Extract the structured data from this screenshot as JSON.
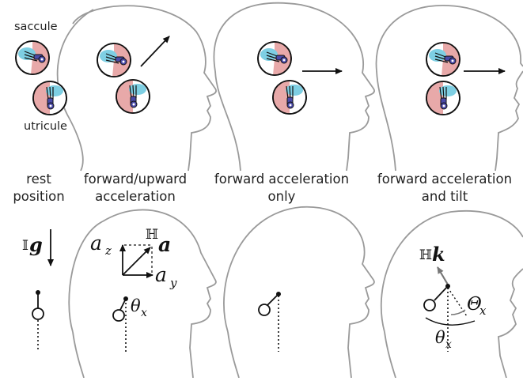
{
  "labels": {
    "saccule": "saccule",
    "utricule": "utricule"
  },
  "captions": [
    {
      "line1": "rest",
      "line2": "position"
    },
    {
      "line1": "forward/upward",
      "line2": "acceleration"
    },
    {
      "line1": "forward acceleration",
      "line2": "only"
    },
    {
      "line1": "forward acceleration",
      "line2": "and tilt"
    }
  ],
  "math": {
    "gravity_frame": "𝕀",
    "gravity_symbol": "g",
    "accel_frame": "ℍ",
    "accel_symbol": "a",
    "a_z_base": "a",
    "a_z_sub": "z",
    "a_y_base": "a",
    "a_y_sub": "y",
    "theta_x_base": "θ",
    "theta_x_sub": "x",
    "k_frame": "ℍ",
    "k_symbol": "k",
    "Theta_x_base": "Θ",
    "Theta_x_sub": "x",
    "theta_x2_base": "θ",
    "theta_x2_sub": "x"
  },
  "colors": {
    "head_outline": "#9a9a9a",
    "hair_cells": "#4a4aa8",
    "otolith_blue": "#7ecfe3",
    "macula_pink": "#e8a9a9",
    "arrow": "#111111",
    "tilt_arrow": "#777777"
  }
}
